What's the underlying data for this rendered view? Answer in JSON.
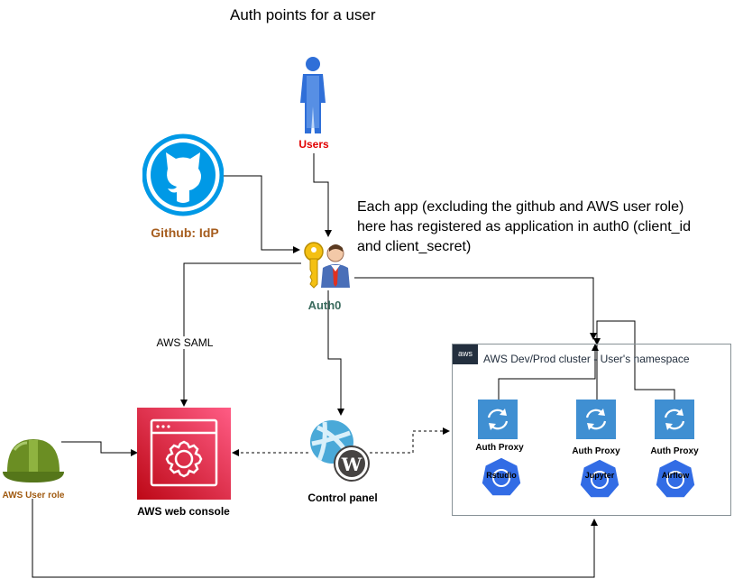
{
  "diagram": {
    "title": "Auth points for a user",
    "note": "Each app (excluding the github and AWS user role) here has registered as application in auth0 (client_id and client_secret)",
    "nodes": {
      "users": "Users",
      "github": "Github: IdP",
      "auth0": "Auth0",
      "aws_user_role": "AWS User role",
      "aws_web_console": "AWS web console",
      "control_panel": "Control panel"
    },
    "edge_labels": {
      "aws_saml": "AWS SAML"
    },
    "cluster": {
      "logo": "aws",
      "title": "AWS Dev/Prod cluster - User's namespace",
      "proxy_label": "Auth Proxy",
      "apps": [
        "Rstudio",
        "Jupyter",
        "Airflow"
      ]
    },
    "colors": {
      "users_label": "#e10000",
      "github_label": "#a65d1e",
      "auth0_label": "#3b6b5e",
      "console_icon": "#dd344c",
      "proxy_icon": "#3f8fd2",
      "k8s_icon": "#326ce5",
      "github_icon": "#0099e6"
    },
    "icons": [
      "user-figure-icon",
      "github-icon",
      "auth0-key-user-icon",
      "hard-hat-icon",
      "console-gear-icon",
      "web-app-icon",
      "wordpress-icon",
      "sync-icon",
      "kubernetes-icon"
    ]
  }
}
